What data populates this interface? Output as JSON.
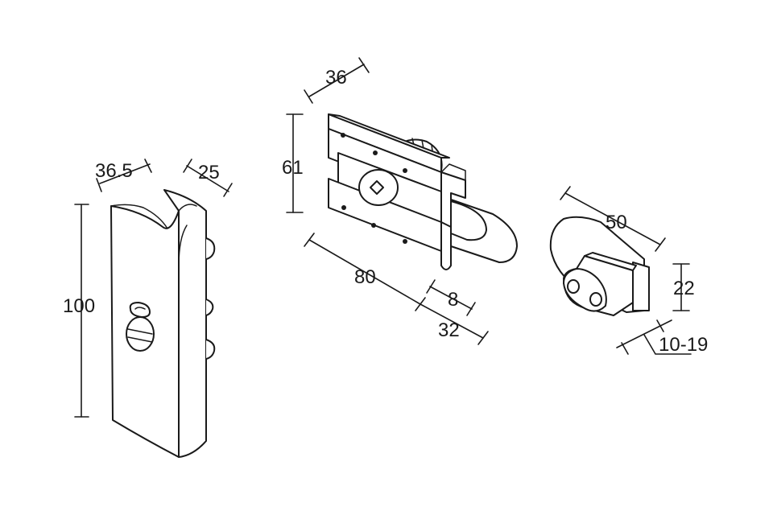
{
  "dimensions": {
    "indicator_width": "36.5",
    "indicator_depth": "25",
    "indicator_height": "100",
    "bolt_depth": "36",
    "bolt_height": "61",
    "bolt_length": "80",
    "bolt_gap": "8",
    "bolt_throw": "32",
    "keeper_length": "50",
    "keeper_height": "22",
    "door_thickness": "10-19"
  },
  "colors": {
    "line": "#1a1a1a",
    "background": "#ffffff"
  }
}
